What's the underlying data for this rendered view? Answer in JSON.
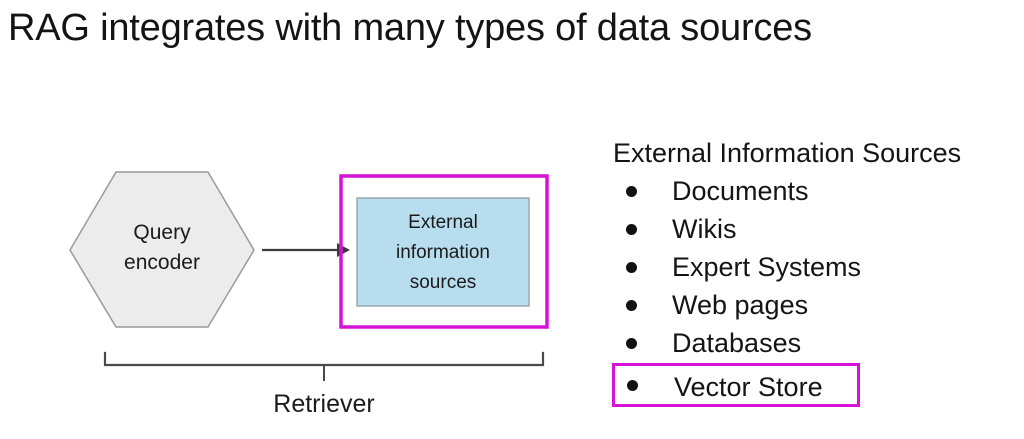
{
  "slide": {
    "title": "RAG integrates with many types of data sources",
    "background_color": "#ffffff"
  },
  "diagram": {
    "hexagon": {
      "label_line1": "Query",
      "label_line2": "encoder",
      "fill_color": "#ececec",
      "stroke_color": "#9a9a9a"
    },
    "arrow": {
      "name": "query-to-sources-arrow",
      "color": "#3b3b3b"
    },
    "highlight_box": {
      "name": "external-sources-highlight",
      "color": "#d612d6"
    },
    "sources_box": {
      "label_line1": "External",
      "label_line2": "information",
      "label_line3": "sources",
      "fill_color": "#b7ddee",
      "stroke_color": "#9aa8ad"
    },
    "bracket": {
      "label": "Retriever",
      "color": "#4a4a4a"
    }
  },
  "sources_panel": {
    "heading": "External Information Sources",
    "items": [
      {
        "label": "Documents",
        "highlighted": false
      },
      {
        "label": "Wikis",
        "highlighted": false
      },
      {
        "label": "Expert Systems",
        "highlighted": false
      },
      {
        "label": "Web pages",
        "highlighted": false
      },
      {
        "label": "Databases",
        "highlighted": false
      },
      {
        "label": "Vector Store",
        "highlighted": true
      }
    ],
    "highlight_color": "#d612d6",
    "bullet_color": "#111111"
  }
}
